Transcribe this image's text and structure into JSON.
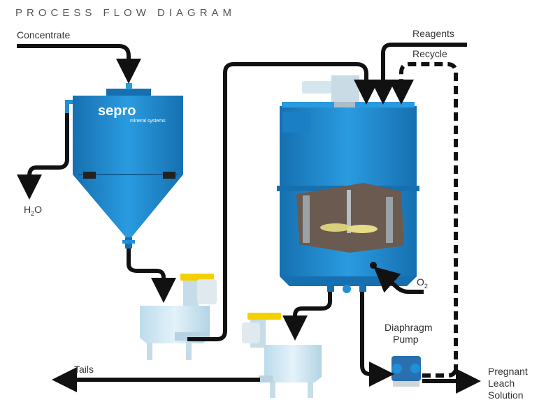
{
  "title": "PROCESS FLOW DIAGRAM",
  "labels": {
    "concentrate": "Concentrate",
    "reagents": "Reagents",
    "recycle": "Recycle",
    "water_main": "H",
    "water_sub": "2",
    "water_tail": "O",
    "oxygen_main": "O",
    "oxygen_sub": "2",
    "tails": "Tails",
    "diaphragm_pump_line1": "Diaphragm",
    "diaphragm_pump_line2": "Pump",
    "pls_line1": "Pregnant",
    "pls_line2": "Leach",
    "pls_line3": "Solution"
  },
  "brand": {
    "name": "sepro",
    "tagline": "mineral systems"
  },
  "colors": {
    "equipment_blue": "#1f8fd6",
    "equipment_blue_dark": "#1670b0",
    "tank_light": "#cfe6f2",
    "motor_yellow": "#f5d000",
    "flow_line": "#111111",
    "interior": "#6b5a50",
    "impeller": "#d9cf7a"
  }
}
